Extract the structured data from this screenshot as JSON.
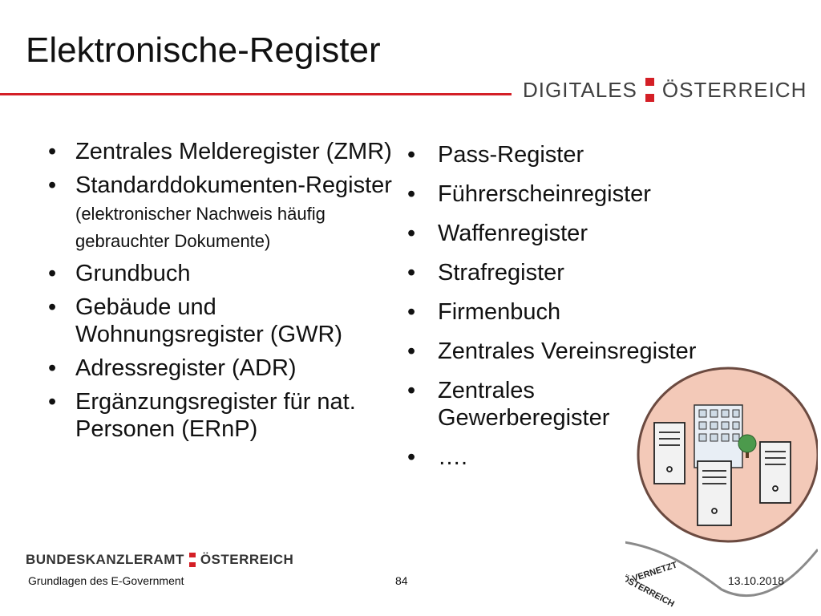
{
  "title": "Elektronische-Register",
  "header_logo": {
    "left": "DIGITALES",
    "right": "ÖSTERREICH"
  },
  "left_list": [
    {
      "main": "Zentrales Melderegister (ZMR)",
      "sub": ""
    },
    {
      "main": "Standarddokumenten-Register",
      "sub": "(elektronischer Nachweis häufig gebrauchter Dokumente)"
    },
    {
      "main": "Grundbuch",
      "sub": ""
    },
    {
      "main": "Gebäude und Wohnungsregister (GWR)",
      "sub": ""
    },
    {
      "main": "Adressregister (ADR)",
      "sub": ""
    },
    {
      "main": "Ergänzungsregister für nat. Personen (ERnP)",
      "sub": ""
    }
  ],
  "right_list": [
    "Pass-Register",
    "Führerscheinregister",
    "Waffenregister",
    "Strafregister",
    "Firmenbuch",
    "Zentrales Vereinsregister",
    "Zentrales Gewerberegister",
    "…."
  ],
  "illustration": {
    "text_top": "ÖSTERREICH",
    "text_bottom": "VERNETZT"
  },
  "footer": {
    "logo_left": "BUNDESKANZLERAMT",
    "logo_right": "ÖSTERREICH",
    "course": "Grundlagen des E-Government",
    "page": "84",
    "date": "13.10.2018"
  },
  "colors": {
    "accent_red": "#d41f26",
    "circle_fill": "#f3c9b8"
  }
}
